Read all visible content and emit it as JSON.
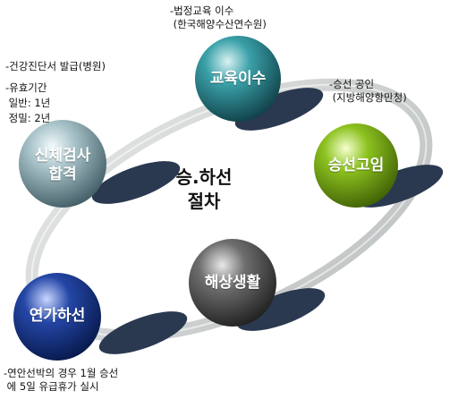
{
  "center_title": "승.하선\n절차",
  "steps": [
    {
      "id": "education",
      "label": "교육이수",
      "color": "#1f6b75",
      "note": "-법정교육 이수\n (한국해양수산연수원)"
    },
    {
      "id": "boarding",
      "label": "승선고임",
      "color": "#6e9b12",
      "note": "-승선 공인\n (지방해양항만청)"
    },
    {
      "id": "sea-life",
      "label": "해상생활",
      "color": "#3c3c3c",
      "note": ""
    },
    {
      "id": "leave",
      "label": "연가하선",
      "color": "#0b2a6b",
      "note": "-연안선박의 경우 1월 승선\n 에 5일 유급휴가 실시"
    },
    {
      "id": "medical",
      "label": "신체검사\n합격",
      "color": "#6f8f97",
      "note": "-건강진단서 발급(병원)"
    }
  ],
  "validity": {
    "heading": "-유효기간",
    "lines": [
      " 일반: 1년",
      " 정밀: 2년"
    ]
  },
  "colors": {
    "ring": "#cfd1d1",
    "shadow": "#2a3950"
  }
}
